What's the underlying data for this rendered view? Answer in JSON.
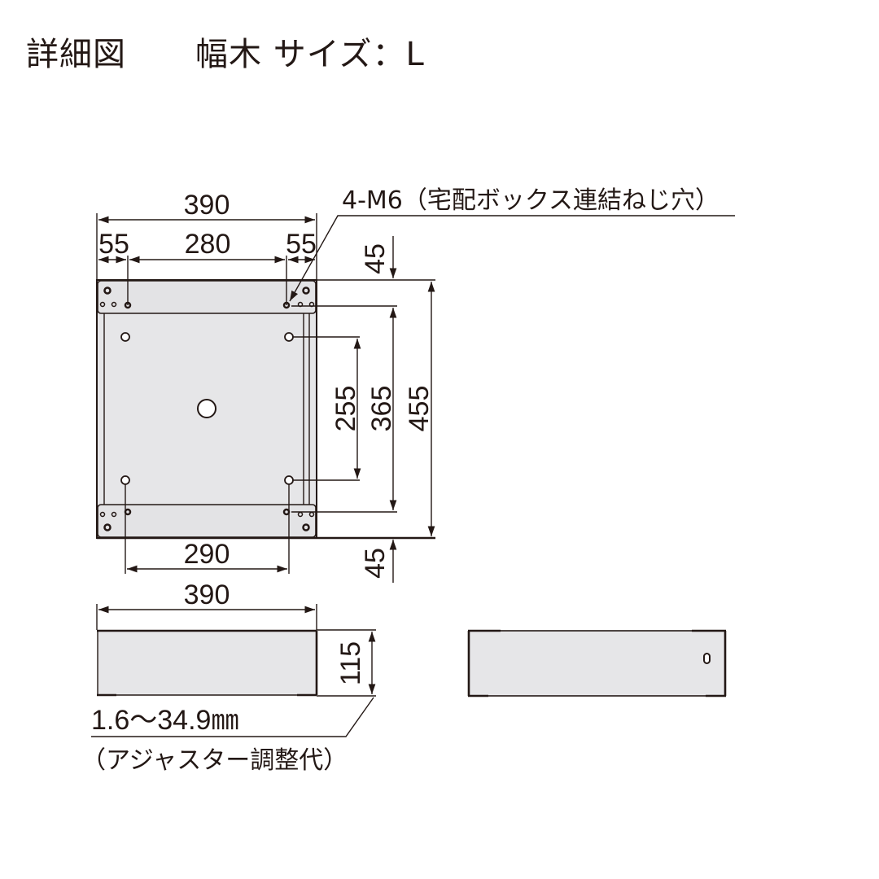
{
  "header": {
    "title": "詳細図",
    "subtitle": "幅木 サイズ：L"
  },
  "top_view": {
    "dim_overall_width": "390",
    "dim_left_margin": "55",
    "dim_center": "280",
    "dim_right_margin": "55",
    "dim_top_offset": "45",
    "dim_bottom_offset": "45",
    "dim_hole_pitch_vertical": "255",
    "dim_bracket_pitch": "365",
    "dim_overall_depth": "455",
    "dim_bottom_hole_pitch": "290",
    "callout": "4-M6（宅配ボックス連結ねじ穴）"
  },
  "front_view": {
    "dim_width": "390",
    "dim_height": "115",
    "adjuster_range": "1.6〜34.9㎜",
    "adjuster_note": "（アジャスター調整代）"
  },
  "colors": {
    "line": "#231815",
    "panel_fill": "#e6e6e8",
    "background": "#ffffff"
  }
}
